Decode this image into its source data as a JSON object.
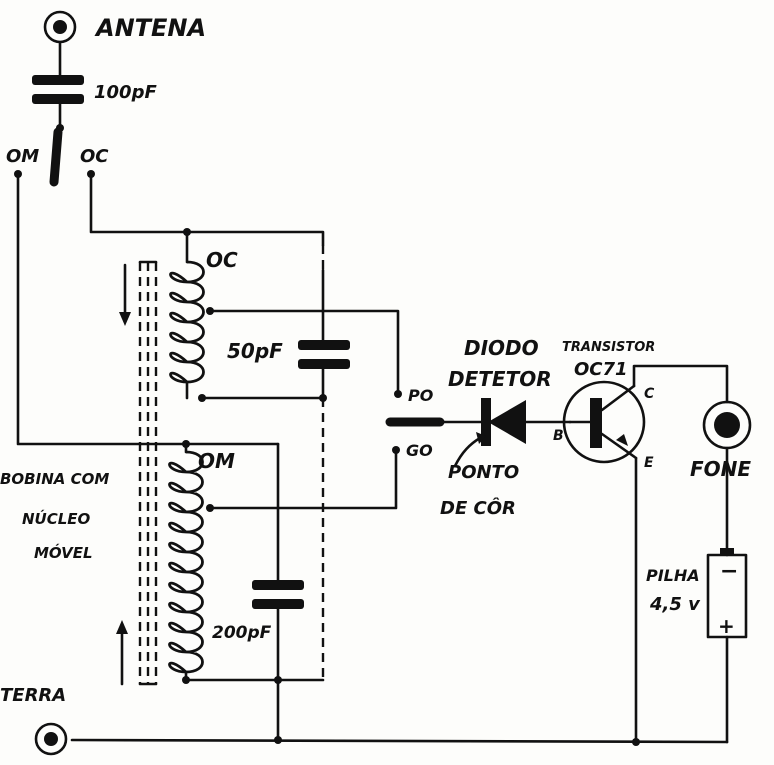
{
  "labels": {
    "antenna": "ANTENA",
    "cap_antenna": "100pF",
    "om_top": "OM",
    "oc_top": "OC",
    "coil_oc": "OC",
    "cap_50": "50pF",
    "po": "PO",
    "go": "GO",
    "diode_l1": "DIODO",
    "diode_l2": "DETETOR",
    "transistor_l1": "TRANSISTOR",
    "transistor_l2": "OC71",
    "pin_c": "C",
    "pin_b": "B",
    "pin_e": "E",
    "coil_om": "OM",
    "bobina_l1": "BOBINA COM",
    "bobina_l2": "NÚCLEO",
    "bobina_l3": "MÓVEL",
    "ponto_l1": "PONTO",
    "ponto_l2": "DE CÔR",
    "fone": "FONE",
    "pilha_l1": "PILHA",
    "pilha_l2": "4,5 v",
    "bat_minus": "−",
    "bat_plus": "+",
    "cap_200": "200pF",
    "terra": "TERRA"
  }
}
